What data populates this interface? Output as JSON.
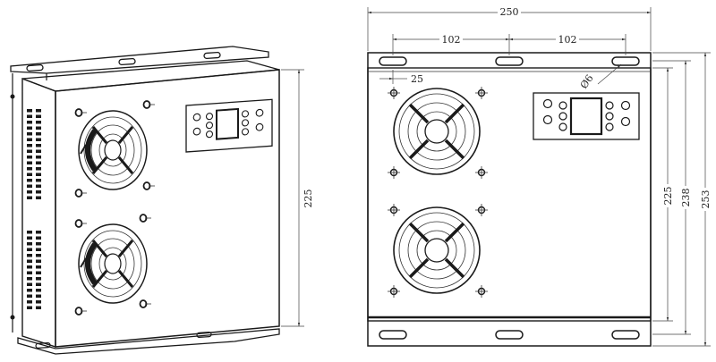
{
  "dimensions": {
    "overall_width": "250",
    "hole_pitch_left": "102",
    "hole_pitch_right": "102",
    "edge_offset": "25",
    "hole_diameter": "Ø6",
    "body_height": "225",
    "flange_height": "238",
    "overall_height": "253",
    "iso_height": "225"
  },
  "colors": {
    "line": "#1a1a1a",
    "background": "#ffffff"
  }
}
